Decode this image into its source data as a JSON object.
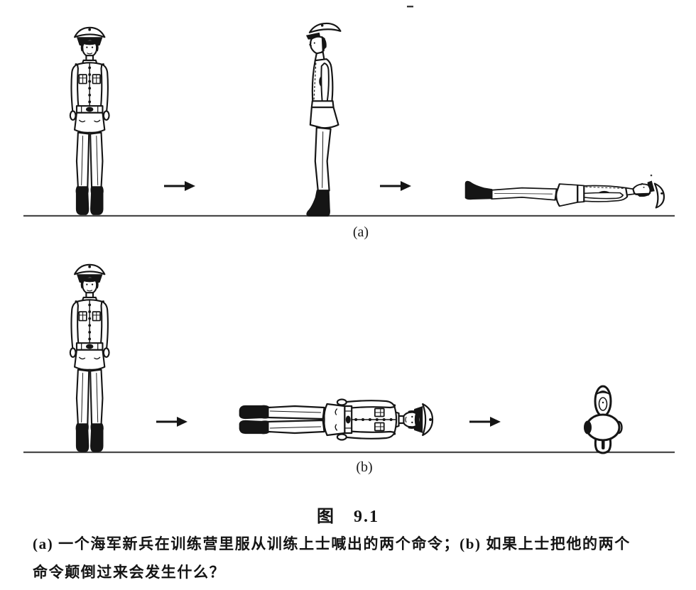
{
  "figure": {
    "title": "图　9.1",
    "caption_line1": "(a) 一个海军新兵在训练营里服从训练上士喊出的两个命令；(b) 如果上士把他的两个",
    "caption_line2": "命令颠倒过来会发生什么？",
    "panels": [
      {
        "label": "(a)",
        "sequence": [
          "soldier-standing-front-view",
          "arrow-right",
          "soldier-standing-profile-facing-left",
          "arrow-right",
          "soldier-lying-on-back-head-right"
        ]
      },
      {
        "label": "(b)",
        "sequence": [
          "soldier-standing-front-view",
          "arrow-right",
          "soldier-lying-on-back-front-view-head-right",
          "arrow-right",
          "soldier-lying-seen-end-on"
        ]
      }
    ]
  },
  "colors": {
    "ink": "#151515",
    "ground_line": "#4a4a4a",
    "background": "#ffffff"
  }
}
